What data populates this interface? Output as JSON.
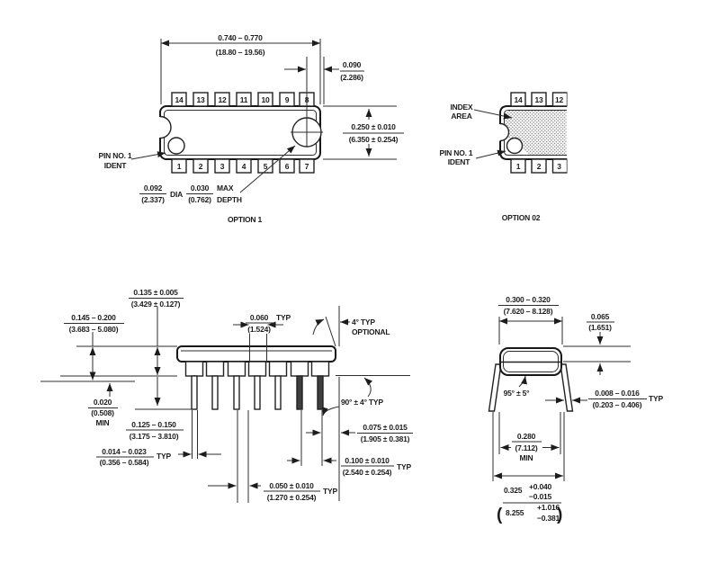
{
  "figure_option1": {
    "caption": "OPTION 1",
    "pins_top": [
      "14",
      "13",
      "12",
      "11",
      "10",
      "9",
      "8"
    ],
    "pins_bottom": [
      "1",
      "2",
      "3",
      "4",
      "5",
      "6",
      "7"
    ],
    "dim_width": {
      "in": "0.740 – 0.770",
      "mm": "(18.80 – 19.56)"
    },
    "dim_pin8_offset": {
      "in": "0.090",
      "mm": "(2.286)"
    },
    "dim_body_height": {
      "in": "0.250 ± 0.010",
      "mm": "(6.350 ± 0.254)"
    },
    "pin1_ident_line1": "PIN NO. 1",
    "pin1_ident_line2": "IDENT",
    "dim_dimple_dia": {
      "in": "0.092",
      "mm": "(2.337)",
      "suffix": "DIA"
    },
    "dim_dimple_depth": {
      "in": "0.030",
      "mm": "(0.762)",
      "suffix_line1": "MAX",
      "suffix_line2": "DEPTH"
    }
  },
  "figure_option2": {
    "caption": "OPTION 02",
    "pins_top": [
      "14",
      "13",
      "12"
    ],
    "pins_bottom": [
      "1",
      "2",
      "3"
    ],
    "index_area_line1": "INDEX",
    "index_area_line2": "AREA",
    "pin1_ident_line1": "PIN NO. 1",
    "pin1_ident_line2": "IDENT"
  },
  "figure_side_view": {
    "dim_body_thickness": {
      "in": "0.135 ± 0.005",
      "mm": "(3.429 ± 0.127)"
    },
    "dim_top_to_seating": {
      "in": "0.145 – 0.200",
      "mm": "(3.683 – 5.080)"
    },
    "dim_shoulder_width": {
      "in": "0.060",
      "mm": "(1.524)",
      "suffix": "TYP"
    },
    "angle_mold_line1": "4° TYP",
    "angle_mold_line2": "OPTIONAL",
    "angle_lead": "90° ± 4° TYP",
    "dim_standoff": {
      "in": "0.020",
      "mm": "(0.508)",
      "suffix": "MIN"
    },
    "dim_lead_tip": {
      "in": "0.125 – 0.150",
      "mm": "(3.175 – 3.810)"
    },
    "dim_lead_thickness": {
      "in": "0.014 – 0.023",
      "mm": "(0.356 – 0.584)",
      "suffix": "TYP"
    },
    "dim_end_lead": {
      "in": "0.075 ± 0.015",
      "mm": "(1.905 ± 0.381)"
    },
    "dim_pitch": {
      "in": "0.100 ± 0.010",
      "mm": "(2.540 ± 0.254)",
      "suffix": "TYP"
    },
    "dim_half_pitch": {
      "in": "0.050 ± 0.010",
      "mm": "(1.270 ± 0.254)",
      "suffix": "TYP"
    }
  },
  "figure_end_view": {
    "dim_body_width": {
      "in": "0.300 – 0.320",
      "mm": "(7.620 – 8.128)"
    },
    "dim_top_cap": {
      "in": "0.065",
      "mm": "(1.651)"
    },
    "angle_lead": "95° ± 5°",
    "dim_lead_thickness": {
      "in": "0.008 – 0.016",
      "mm": "(0.203 – 0.406)",
      "suffix": "TYP"
    },
    "dim_span_inner": {
      "in": "0.280",
      "mm": "(7.112)",
      "suffix": "MIN"
    },
    "dim_span_outer": {
      "in_base": "0.325",
      "in_plus": "+0.040",
      "in_minus": "−0.015",
      "mm_open": "(",
      "mm_base": "8.255",
      "mm_plus": "+1.016",
      "mm_minus": "−0.381",
      "mm_close": ")"
    }
  }
}
